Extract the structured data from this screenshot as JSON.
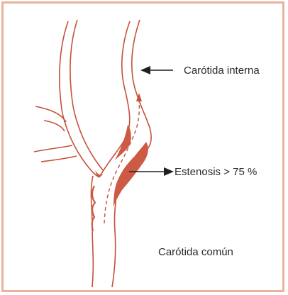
{
  "diagram": {
    "labels": {
      "internal_carotid": "Carótida interna",
      "stenosis": "Estenosis > 75 %",
      "common_carotid": "Carótida común"
    },
    "colors": {
      "frame": "#e7b39c",
      "vessel_outline": "#c4523b",
      "plaque": "#cc5a44",
      "arrow": "#1f1f1f",
      "text": "#2a2a2a"
    }
  }
}
